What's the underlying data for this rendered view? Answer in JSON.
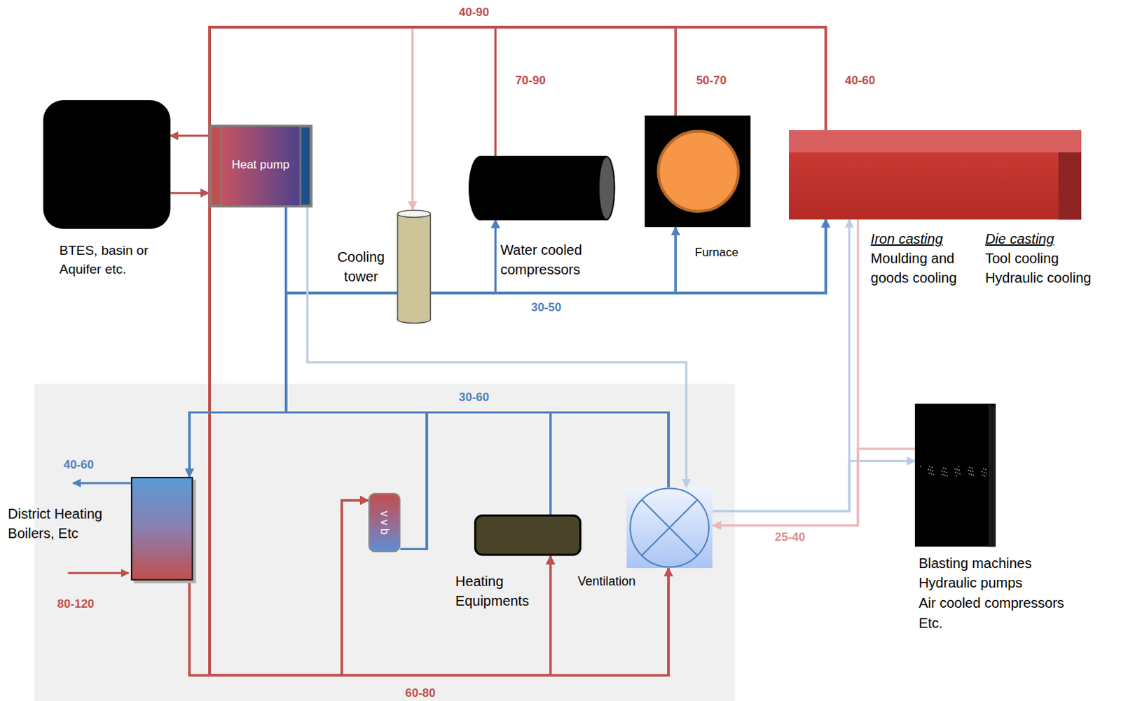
{
  "diagram": {
    "nodes": [
      {
        "text": [
          "BTES, basin or Aquifer etc."
        ]
      },
      {
        "text": [
          "Heat pump"
        ]
      },
      {
        "text": [
          "Cooling tower"
        ]
      },
      {
        "text": [
          "Water cooled compressors"
        ]
      },
      {
        "text": [
          "Furnace"
        ]
      },
      {
        "text": [
          "Iron casting",
          "Moulding and goods cooling",
          "Die casting",
          "Tool cooling Hydraulic cooling"
        ]
      },
      {
        "text": [
          "Blasting machines",
          "Hydraulic pumps",
          "Air cooled compressors",
          "Etc."
        ]
      },
      {
        "text": [
          "District Heating Boilers, Etc"
        ]
      },
      {
        "text": [
          "v v b"
        ]
      },
      {
        "text": [
          "Heating Equipments"
        ]
      },
      {
        "text": [
          "Ventilation"
        ]
      }
    ],
    "edges": [
      {
        "from": 1,
        "to": 0,
        "arrow": "to"
      },
      {
        "from": 0,
        "to": 1,
        "arrow": "to"
      },
      {
        "from": 3,
        "to": 2,
        "arrow": "to"
      },
      {
        "from": 4,
        "to": 2,
        "arrow": "to"
      },
      {
        "from": 5,
        "to": 2,
        "arrow": "to"
      },
      {
        "from": 3,
        "to": 8,
        "arrow": "to"
      },
      {
        "from": 3,
        "to": 9,
        "arrow": "to"
      },
      {
        "from": 3,
        "to": 10,
        "arrow": "to"
      },
      {
        "from": 4,
        "to": 8,
        "arrow": "to"
      },
      {
        "from": 4,
        "to": 9,
        "arrow": "to"
      },
      {
        "from": 4,
        "to": 10,
        "arrow": "to"
      },
      {
        "from": 5,
        "to": 8,
        "arrow": "to"
      },
      {
        "from": 5,
        "to": 9,
        "arrow": "to"
      },
      {
        "from": 5,
        "to": 10,
        "arrow": "to"
      },
      {
        "from": 7,
        "to": 8,
        "arrow": "to"
      },
      {
        "from": 7,
        "to": 9,
        "arrow": "to"
      },
      {
        "from": 7,
        "to": 10,
        "arrow": "to"
      },
      {
        "from": 2,
        "to": 3,
        "arrow": "to"
      },
      {
        "from": 2,
        "to": 4,
        "arrow": "to"
      },
      {
        "from": 2,
        "to": 5,
        "arrow": "to"
      },
      {
        "from": 1,
        "to": 3,
        "arrow": "to"
      },
      {
        "from": 1,
        "to": 4,
        "arrow": "to"
      },
      {
        "from": 1,
        "to": 5,
        "arrow": "to"
      },
      {
        "from": 8,
        "to": 7,
        "arrow": "to"
      },
      {
        "from": 9,
        "to": 7,
        "arrow": "to"
      },
      {
        "from": 10,
        "to": 7,
        "arrow": "to"
      },
      {
        "from": 8,
        "to": 3,
        "arrow": "to"
      },
      {
        "from": 8,
        "to": 4,
        "arrow": "to"
      },
      {
        "from": 8,
        "to": 5,
        "arrow": "to"
      },
      {
        "from": 9,
        "to": 3,
        "arrow": "to"
      },
      {
        "from": 9,
        "to": 4,
        "arrow": "to"
      },
      {
        "from": 9,
        "to": 5,
        "arrow": "to"
      },
      {
        "from": 10,
        "to": 3,
        "arrow": "to"
      },
      {
        "from": 10,
        "to": 4,
        "arrow": "to"
      },
      {
        "from": 10,
        "to": 5,
        "arrow": "to"
      },
      {
        "from": 1,
        "to": 10,
        "arrow": "to"
      },
      {
        "from": 10,
        "to": 5,
        "arrow": "to"
      },
      {
        "from": 10,
        "to": 6,
        "arrow": "to"
      },
      {
        "from": 6,
        "to": 10,
        "arrow": "to"
      },
      {
        "from": 5,
        "to": 10,
        "arrow": "to"
      }
    ],
    "labels": [
      "40-90",
      "70-90",
      "50-70",
      "40-60",
      "30-50",
      "30-60",
      "40-60",
      "80-120",
      "60-80",
      "25-40"
    ]
  }
}
